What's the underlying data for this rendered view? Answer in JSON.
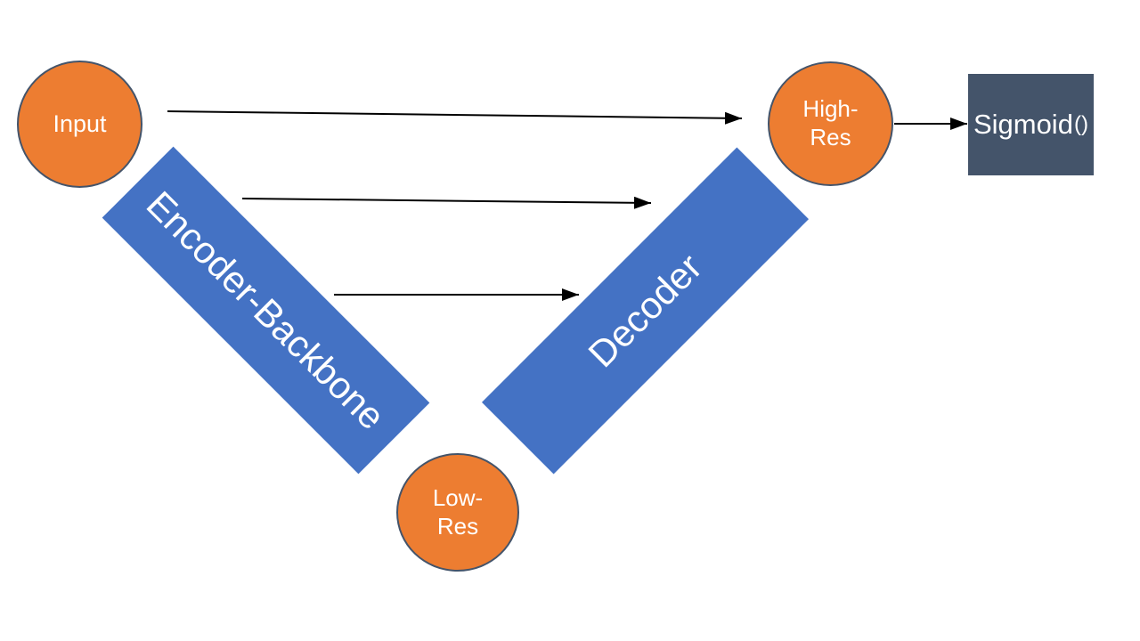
{
  "colors": {
    "background": "#FFFFFF",
    "node_fill": "#ED7D31",
    "node_border": "#44546A",
    "bar_fill": "#4472C4",
    "sigmoid_fill": "#44546A",
    "arrow": "#000000",
    "label_text": "#FFFFFF"
  },
  "nodes": {
    "input": {
      "label": "Input"
    },
    "high_res": {
      "line1": "High-",
      "line2": "Res"
    },
    "low_res": {
      "line1": "Low-",
      "line2": "Res"
    },
    "encoder": {
      "label": "Encoder-Backbone"
    },
    "decoder": {
      "label": "Decoder"
    },
    "sigmoid": {
      "name": "Sigmoid",
      "parens": "()"
    }
  },
  "connections": [
    {
      "name": "skip-connection-top",
      "from": "input",
      "to": "high_res"
    },
    {
      "name": "skip-connection-middle",
      "from": "encoder",
      "to": "decoder"
    },
    {
      "name": "skip-connection-lower",
      "from": "encoder",
      "to": "decoder"
    },
    {
      "name": "output-arrow",
      "from": "high_res",
      "to": "sigmoid"
    }
  ]
}
